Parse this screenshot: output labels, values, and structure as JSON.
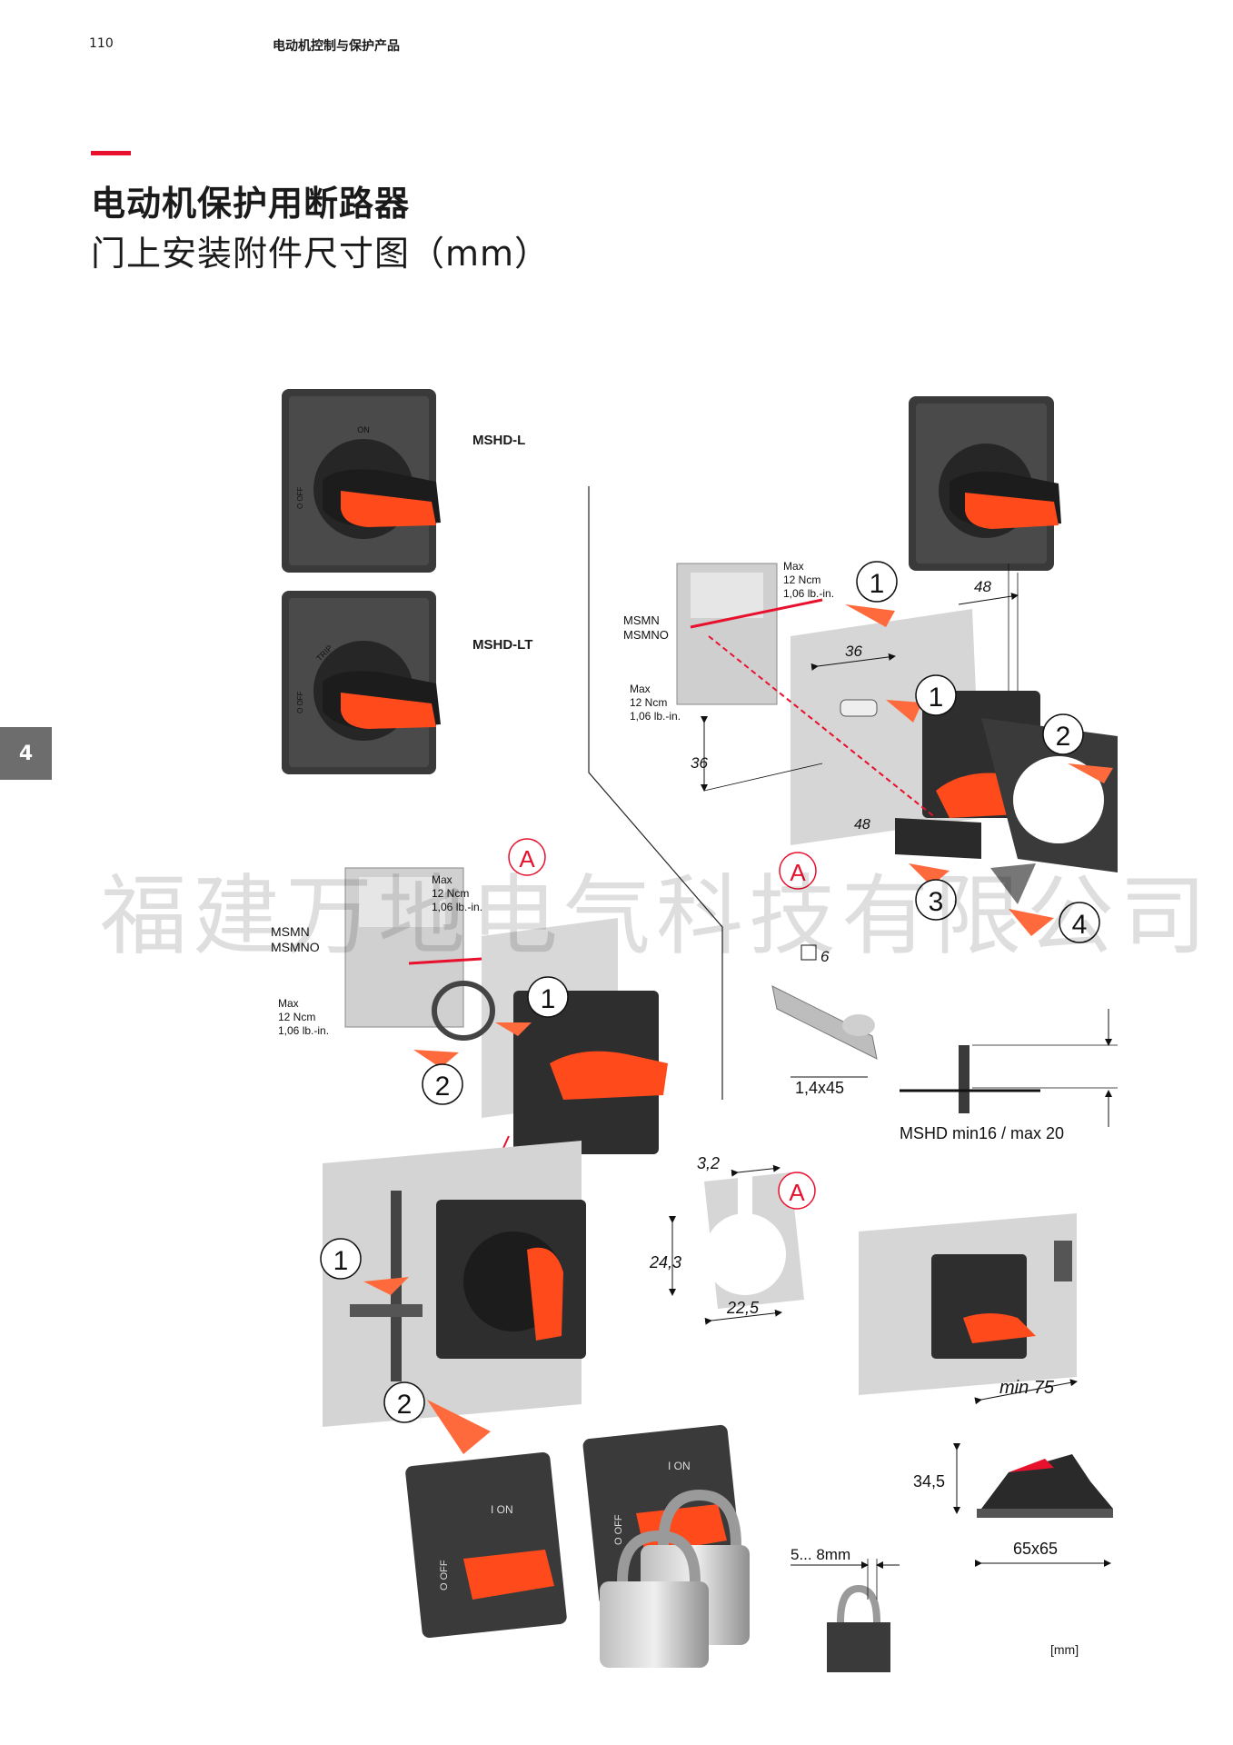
{
  "header": {
    "page_number": "110",
    "section_title": "电动机控制与保护产品"
  },
  "title": {
    "main": "电动机保护用断路器",
    "sub": "门上安装附件尺寸图（mm）"
  },
  "side_tab": "4",
  "watermark": "福建万地电气科技有限公司",
  "unit_label": "[mm]",
  "products": {
    "mshd_l": "MSHD-L",
    "mshd_lt": "MSHD-LT"
  },
  "handle_text": {
    "on": "I ON",
    "on_short": "ON",
    "off": "O OFF",
    "trip": "TRIP"
  },
  "callouts": {
    "msmn": "MSMN",
    "msmno": "MSMNO",
    "max": "Max",
    "torque": "12 Ncm",
    "torque_lb": "1,06 lb.-in.",
    "step1": "1",
    "step2": "2",
    "step3": "3",
    "step4": "4",
    "detail_a": "A"
  },
  "dimensions": {
    "d48": "48",
    "d36": "36",
    "d6": "6",
    "shaft": "1,4x45",
    "door_thickness": "MSHD min16 / max 20",
    "d3_2": "3,2",
    "d24_3": "24,3",
    "d22_5": "22,5",
    "min75": "min 75",
    "d34_5": "34,5",
    "d65x65": "65x65",
    "padlock": "5... 8mm"
  },
  "colors": {
    "accent_red": "#e8112d",
    "handle_orange": "#ff4a1c",
    "body_dark": "#2e2e2e",
    "plate_grey": "#d9d9d9"
  }
}
